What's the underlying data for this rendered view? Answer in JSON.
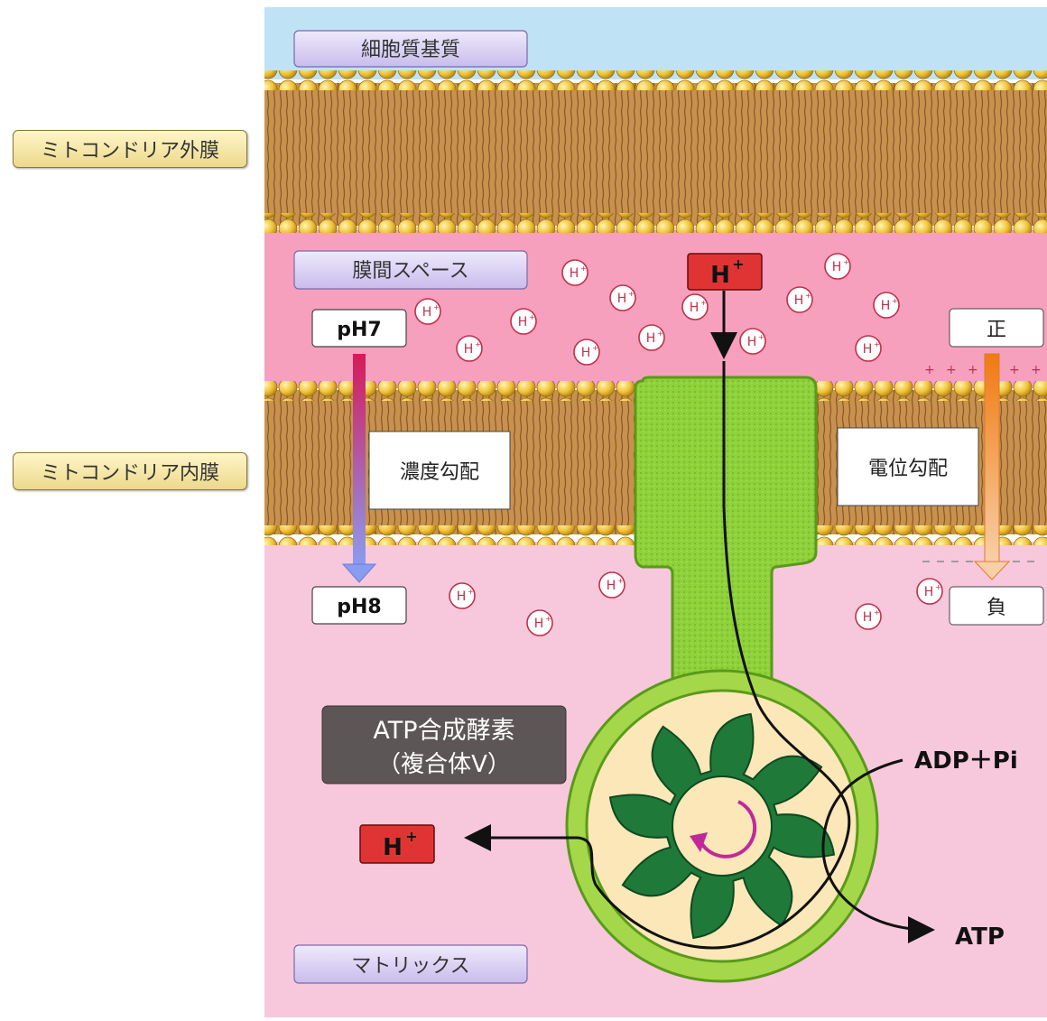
{
  "labels": {
    "outer_membrane": "ミトコンドリア外膜",
    "inner_membrane": "ミトコンドリア内膜",
    "cytoplasmic_matrix": "細胞質基質",
    "intermembrane_space": "膜間スペース",
    "matrix": "マトリックス",
    "concentration_gradient": "濃度勾配",
    "potential_gradient": "電位勾配",
    "ph_outside": "pH7",
    "ph_inside": "pH8",
    "positive": "正",
    "negative": "負",
    "proton": "H",
    "proton_charge": "+",
    "atp_synthase_line1": "ATP合成酵素",
    "atp_synthase_line2": "（複合体V）",
    "adp_pi": "ADP＋Pi",
    "atp": "ATP"
  },
  "colors": {
    "cytoplasm": "#bfe3f5",
    "intermembrane": "#f6a0be",
    "matrix": "#f7c8dc",
    "membrane_tails": "#c8924e",
    "lipid_heads": "#f3c53c",
    "synthase_green": "#8fd13a",
    "rotor_green": "#1f7a3a",
    "proton_red": "#e03434",
    "label_purple": "#d6cdf0",
    "label_gold": "#f5e6a8"
  }
}
